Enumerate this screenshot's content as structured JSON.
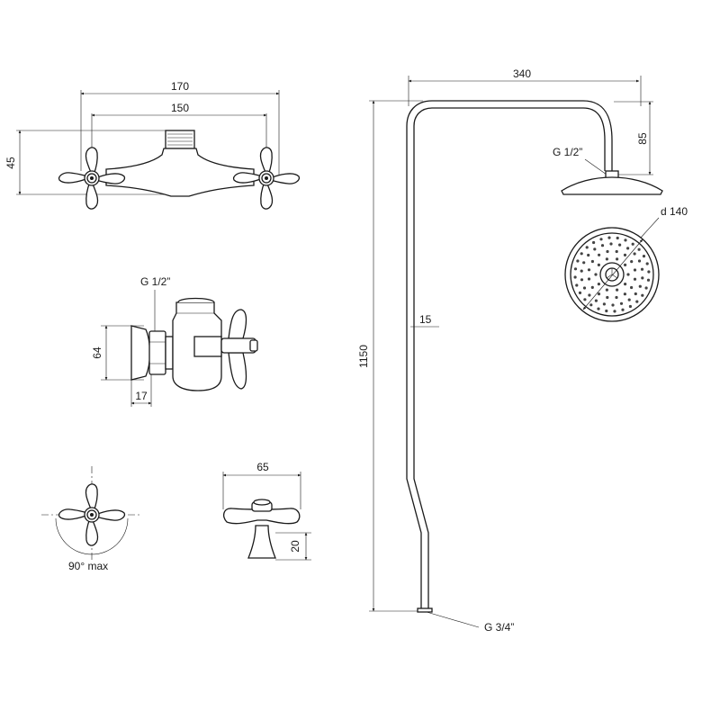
{
  "mixer_top": {
    "overall_width": "170",
    "center_distance": "150",
    "height": "45"
  },
  "mixer_side": {
    "thread": "G 1/2”",
    "height": "64",
    "depth": "17"
  },
  "handle_rotation": {
    "label": "90° max"
  },
  "handle_side": {
    "width": "65",
    "height": "20"
  },
  "shower": {
    "arm_reach": "340",
    "arm_drop": "85",
    "head_thread": "G 1/2”",
    "head_diameter": "d 140",
    "pipe_diameter": "15",
    "total_height": "1150",
    "base_thread": "G 3/4”"
  }
}
